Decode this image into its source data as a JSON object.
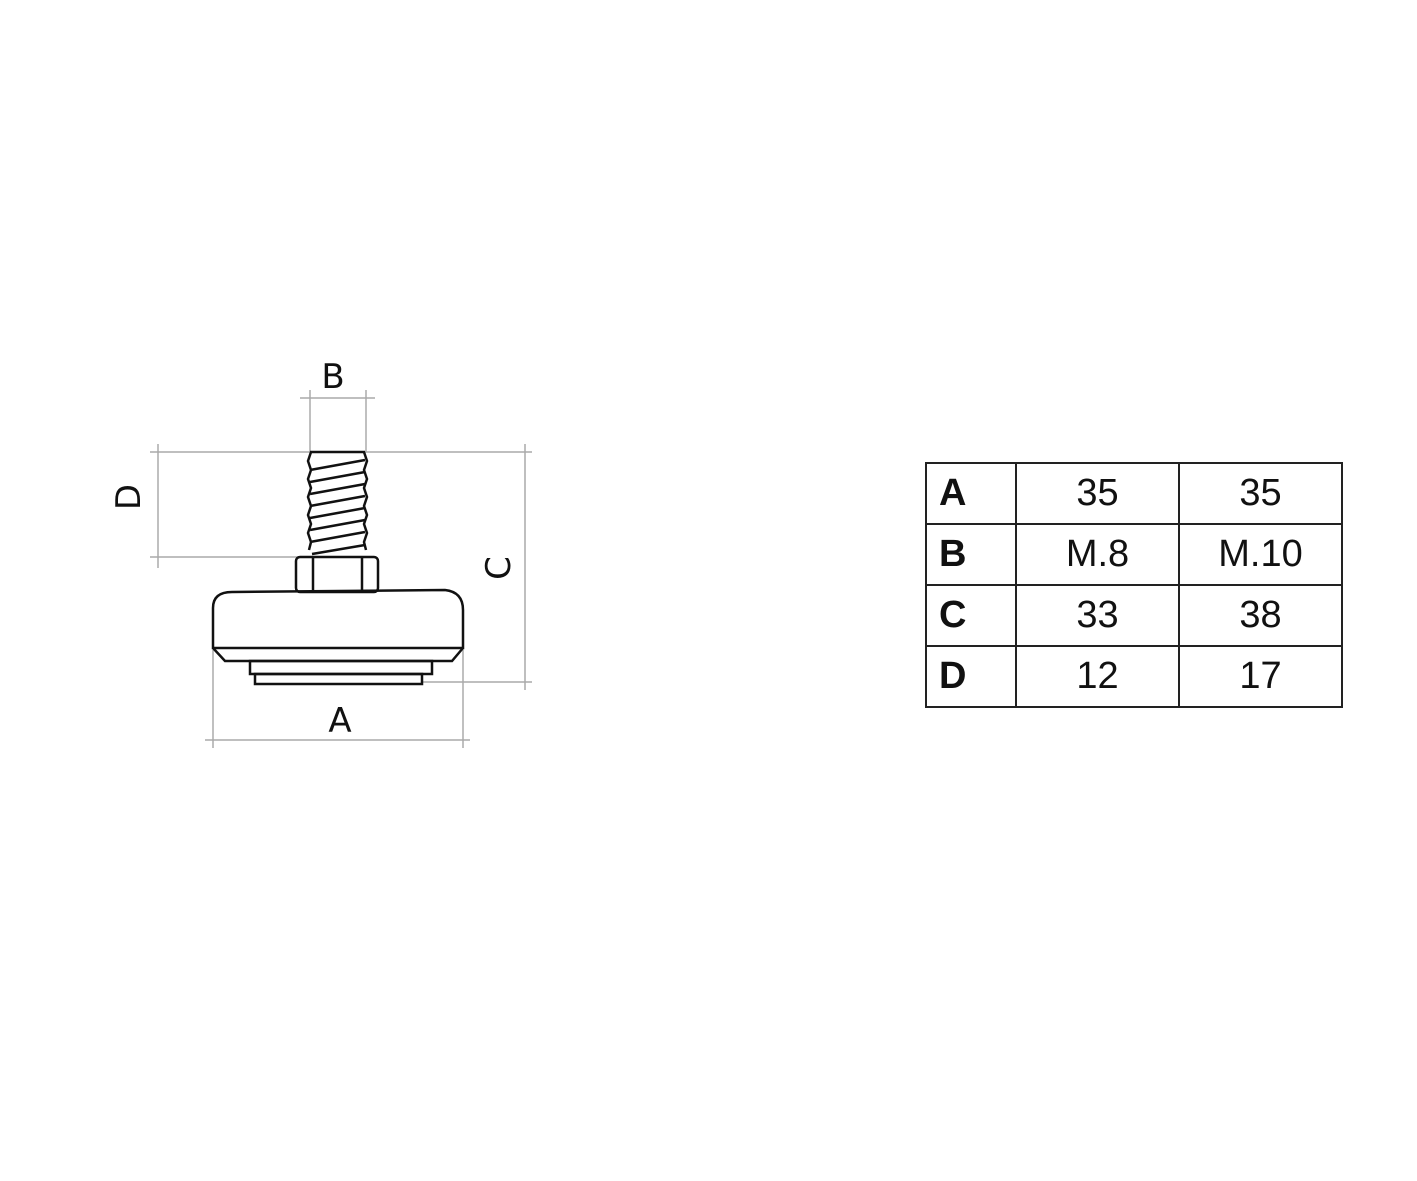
{
  "drawing": {
    "labels": {
      "a": "A",
      "b": "B",
      "c": "C",
      "d": "D"
    }
  },
  "table": {
    "rows": [
      {
        "key": "A",
        "v1": "35",
        "v2": "35"
      },
      {
        "key": "B",
        "v1": "M.8",
        "v2": "M.10"
      },
      {
        "key": "C",
        "v1": "33",
        "v2": "38"
      },
      {
        "key": "D",
        "v1": "12",
        "v2": "17"
      }
    ]
  }
}
